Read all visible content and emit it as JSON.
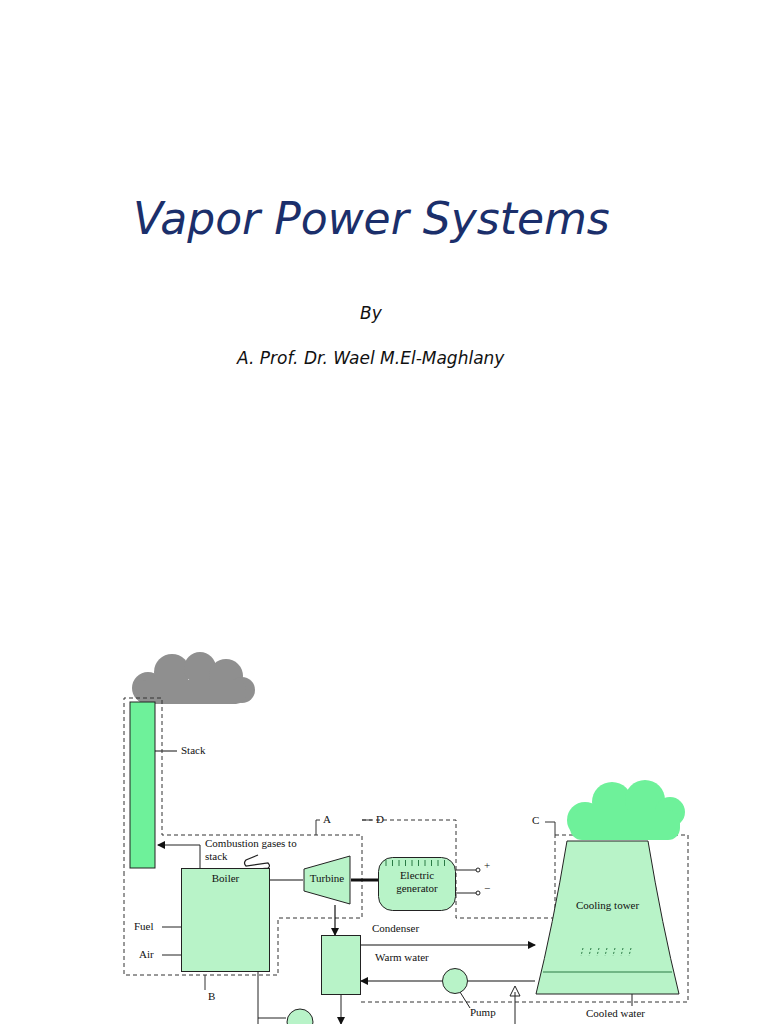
{
  "diagram": {
    "title": "Vapor Power Systems",
    "nodes": [
      {
        "text": [
          "Boiler"
        ]
      },
      {
        "text": [
          "Turbine"
        ]
      },
      {
        "text": [
          "Electric generator"
        ]
      },
      {
        "text": [
          "Condenser"
        ]
      },
      {
        "text": [
          "Cooling tower"
        ]
      },
      {
        "text": [
          "Pump"
        ]
      }
    ],
    "edges": [
      {
        "from": 0,
        "to": 1,
        "arrow": "none"
      },
      {
        "from": 1,
        "to": 2,
        "arrow": "none"
      },
      {
        "from": 1,
        "to": 3,
        "arrow": "to"
      },
      {
        "from": 3,
        "to": 4,
        "label": "Warm water",
        "arrow": "to"
      },
      {
        "from": 4,
        "to": 5,
        "arrow": "none"
      },
      {
        "from": 5,
        "to": 3,
        "arrow": "to"
      }
    ],
    "labels": [
      "By",
      "A. Prof. Dr. Wael M.El-Maghlany",
      "Stack",
      "Combustion gases to stack",
      "Fuel",
      "Air",
      "A",
      "B",
      "C",
      "D",
      "+",
      "−",
      "Cooled water"
    ]
  }
}
